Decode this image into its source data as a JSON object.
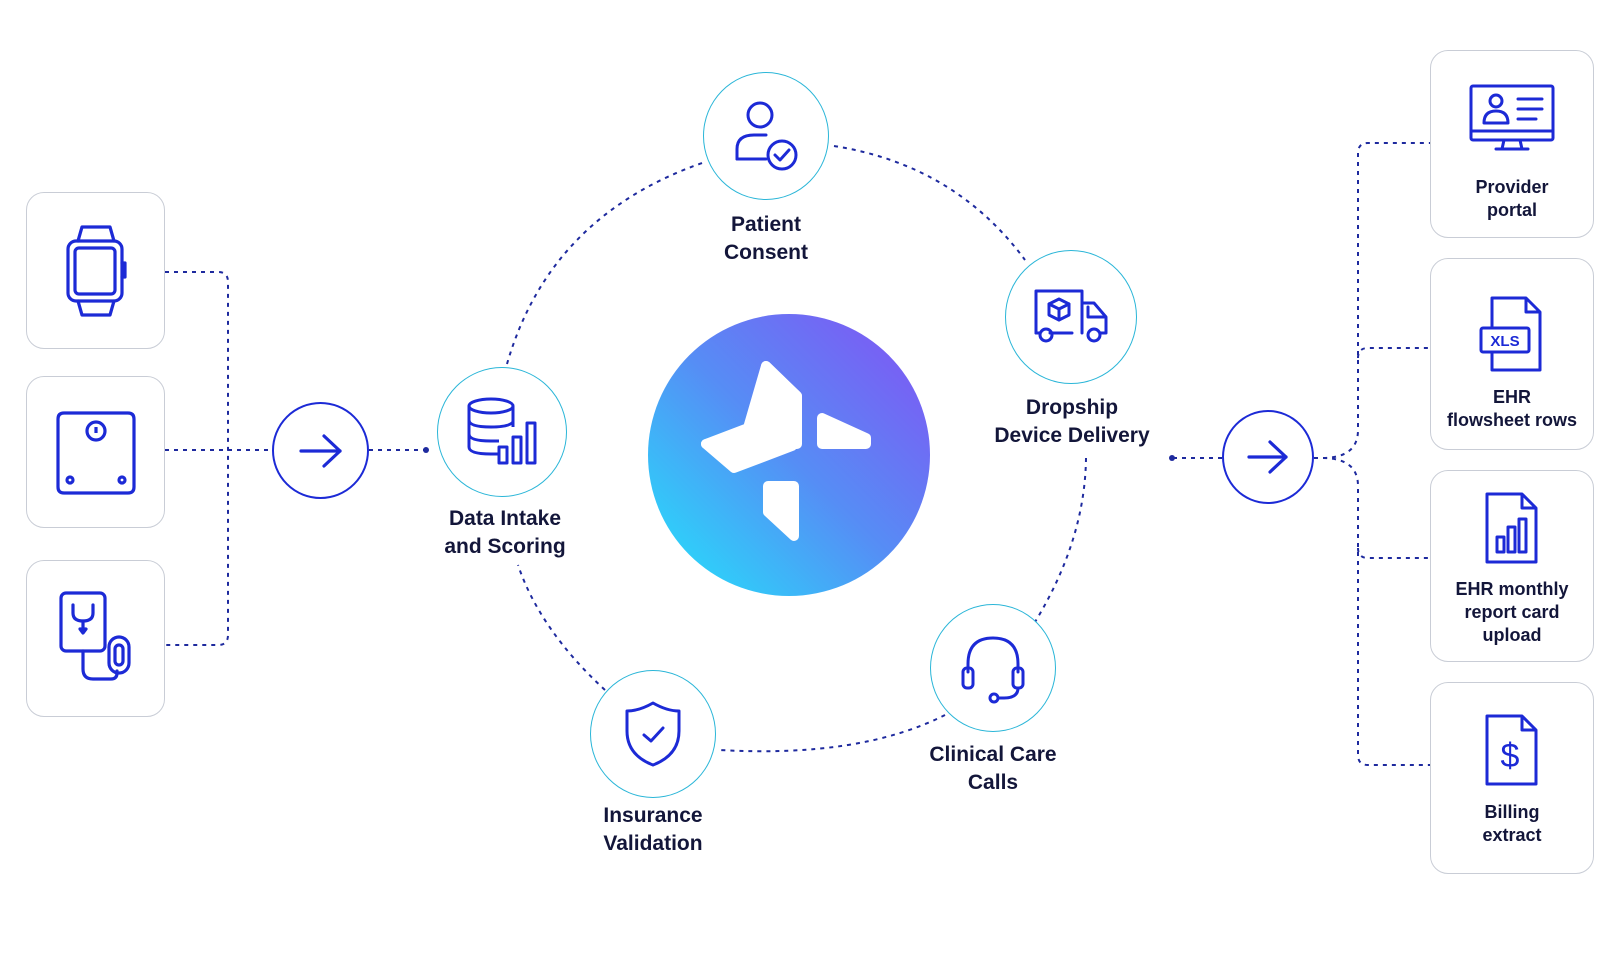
{
  "colors": {
    "icon_blue": "#1c2ad6",
    "connector": "#1e2a9e",
    "step_border": "#2bb6d8",
    "card_border": "#c9cdd6",
    "hub_gradient": [
      "#8450f3",
      "#568df5",
      "#21e6fb"
    ]
  },
  "inputs": {
    "devices": [
      {
        "icon": "smartwatch-icon"
      },
      {
        "icon": "weight-scale-icon"
      },
      {
        "icon": "blood-pressure-monitor-icon"
      }
    ],
    "arrow_icon": "arrow-right-icon"
  },
  "hub": {
    "icon": "brand-logo-icon"
  },
  "steps": [
    {
      "key": "patient-consent",
      "label": "Patient\nConsent",
      "icon": "user-check-icon"
    },
    {
      "key": "dropship",
      "label": "Dropship\nDevice Delivery",
      "icon": "delivery-truck-icon"
    },
    {
      "key": "clinical-care",
      "label": "Clinical Care\nCalls",
      "icon": "headset-icon"
    },
    {
      "key": "insurance",
      "label": "Insurance\nValidation",
      "icon": "shield-check-icon"
    },
    {
      "key": "data-intake",
      "label": "Data Intake\nand Scoring",
      "icon": "database-chart-icon"
    }
  ],
  "outputs": {
    "arrow_icon": "arrow-right-icon",
    "items": [
      {
        "label": "Provider\nportal",
        "icon": "monitor-profile-icon"
      },
      {
        "label": "EHR\nflowsheet rows",
        "icon": "xls-file-icon"
      },
      {
        "label": "EHR monthly\nreport card\nupload",
        "icon": "report-file-icon"
      },
      {
        "label": "Billing\nextract",
        "icon": "billing-file-icon"
      }
    ]
  }
}
